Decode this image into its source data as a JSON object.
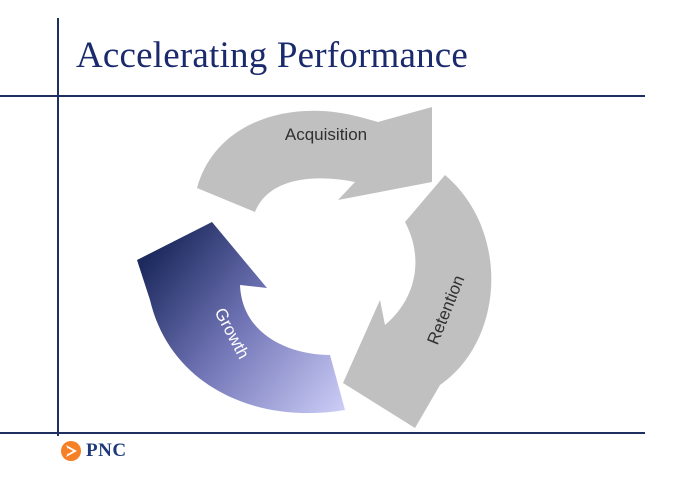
{
  "slide": {
    "title": "Accelerating Performance"
  },
  "cycle": {
    "arrows": [
      {
        "label": "Acquisition",
        "color": "#c0c0c0"
      },
      {
        "label": "Retention",
        "color": "#c0c0c0"
      },
      {
        "label": "Growth",
        "gradient_from": "#1c2a5e",
        "gradient_to": "#cccdf7"
      }
    ]
  },
  "logo": {
    "text": "PNC",
    "icon": "pnc-logo-icon",
    "brand_color": "#f58025"
  },
  "colors": {
    "rule": "#1f2f5f",
    "title": "#1a2a6c",
    "arrow_label": "#303030"
  }
}
